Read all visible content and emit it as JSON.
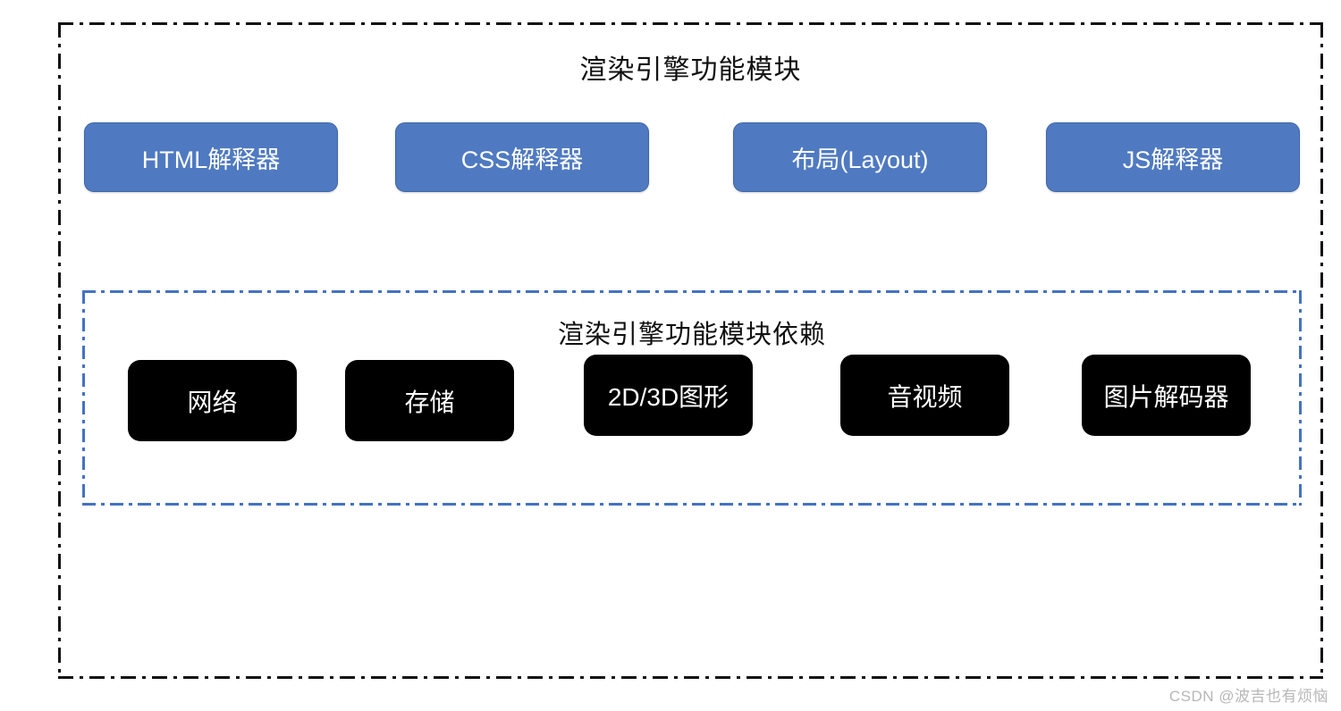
{
  "diagram": {
    "outer": {
      "title": "渲染引擎功能模块",
      "border_color": "#111111",
      "border_style": "dash-dot",
      "modules": [
        {
          "label": "HTML解释器"
        },
        {
          "label": "CSS解释器"
        },
        {
          "label": "布局(Layout)"
        },
        {
          "label": "JS解释器"
        }
      ]
    },
    "inner": {
      "title": "渲染引擎功能模块依赖",
      "border_color": "#4472C4",
      "border_style": "dash-dot",
      "dependencies": [
        {
          "label": "网络"
        },
        {
          "label": "存储"
        },
        {
          "label": "2D/3D图形"
        },
        {
          "label": "音视频"
        },
        {
          "label": "图片解码器"
        }
      ]
    },
    "colors": {
      "module_fill": "#4F7AC1",
      "module_border": "#3E66A8",
      "module_text": "#FFFFFF",
      "dependency_fill": "#000000",
      "dependency_text": "#FFFFFF",
      "title_text": "#111111",
      "watermark_text": "#B7B7B7",
      "background": "#FFFFFF"
    }
  },
  "watermark": {
    "text": "CSDN @波吉也有烦恼"
  }
}
